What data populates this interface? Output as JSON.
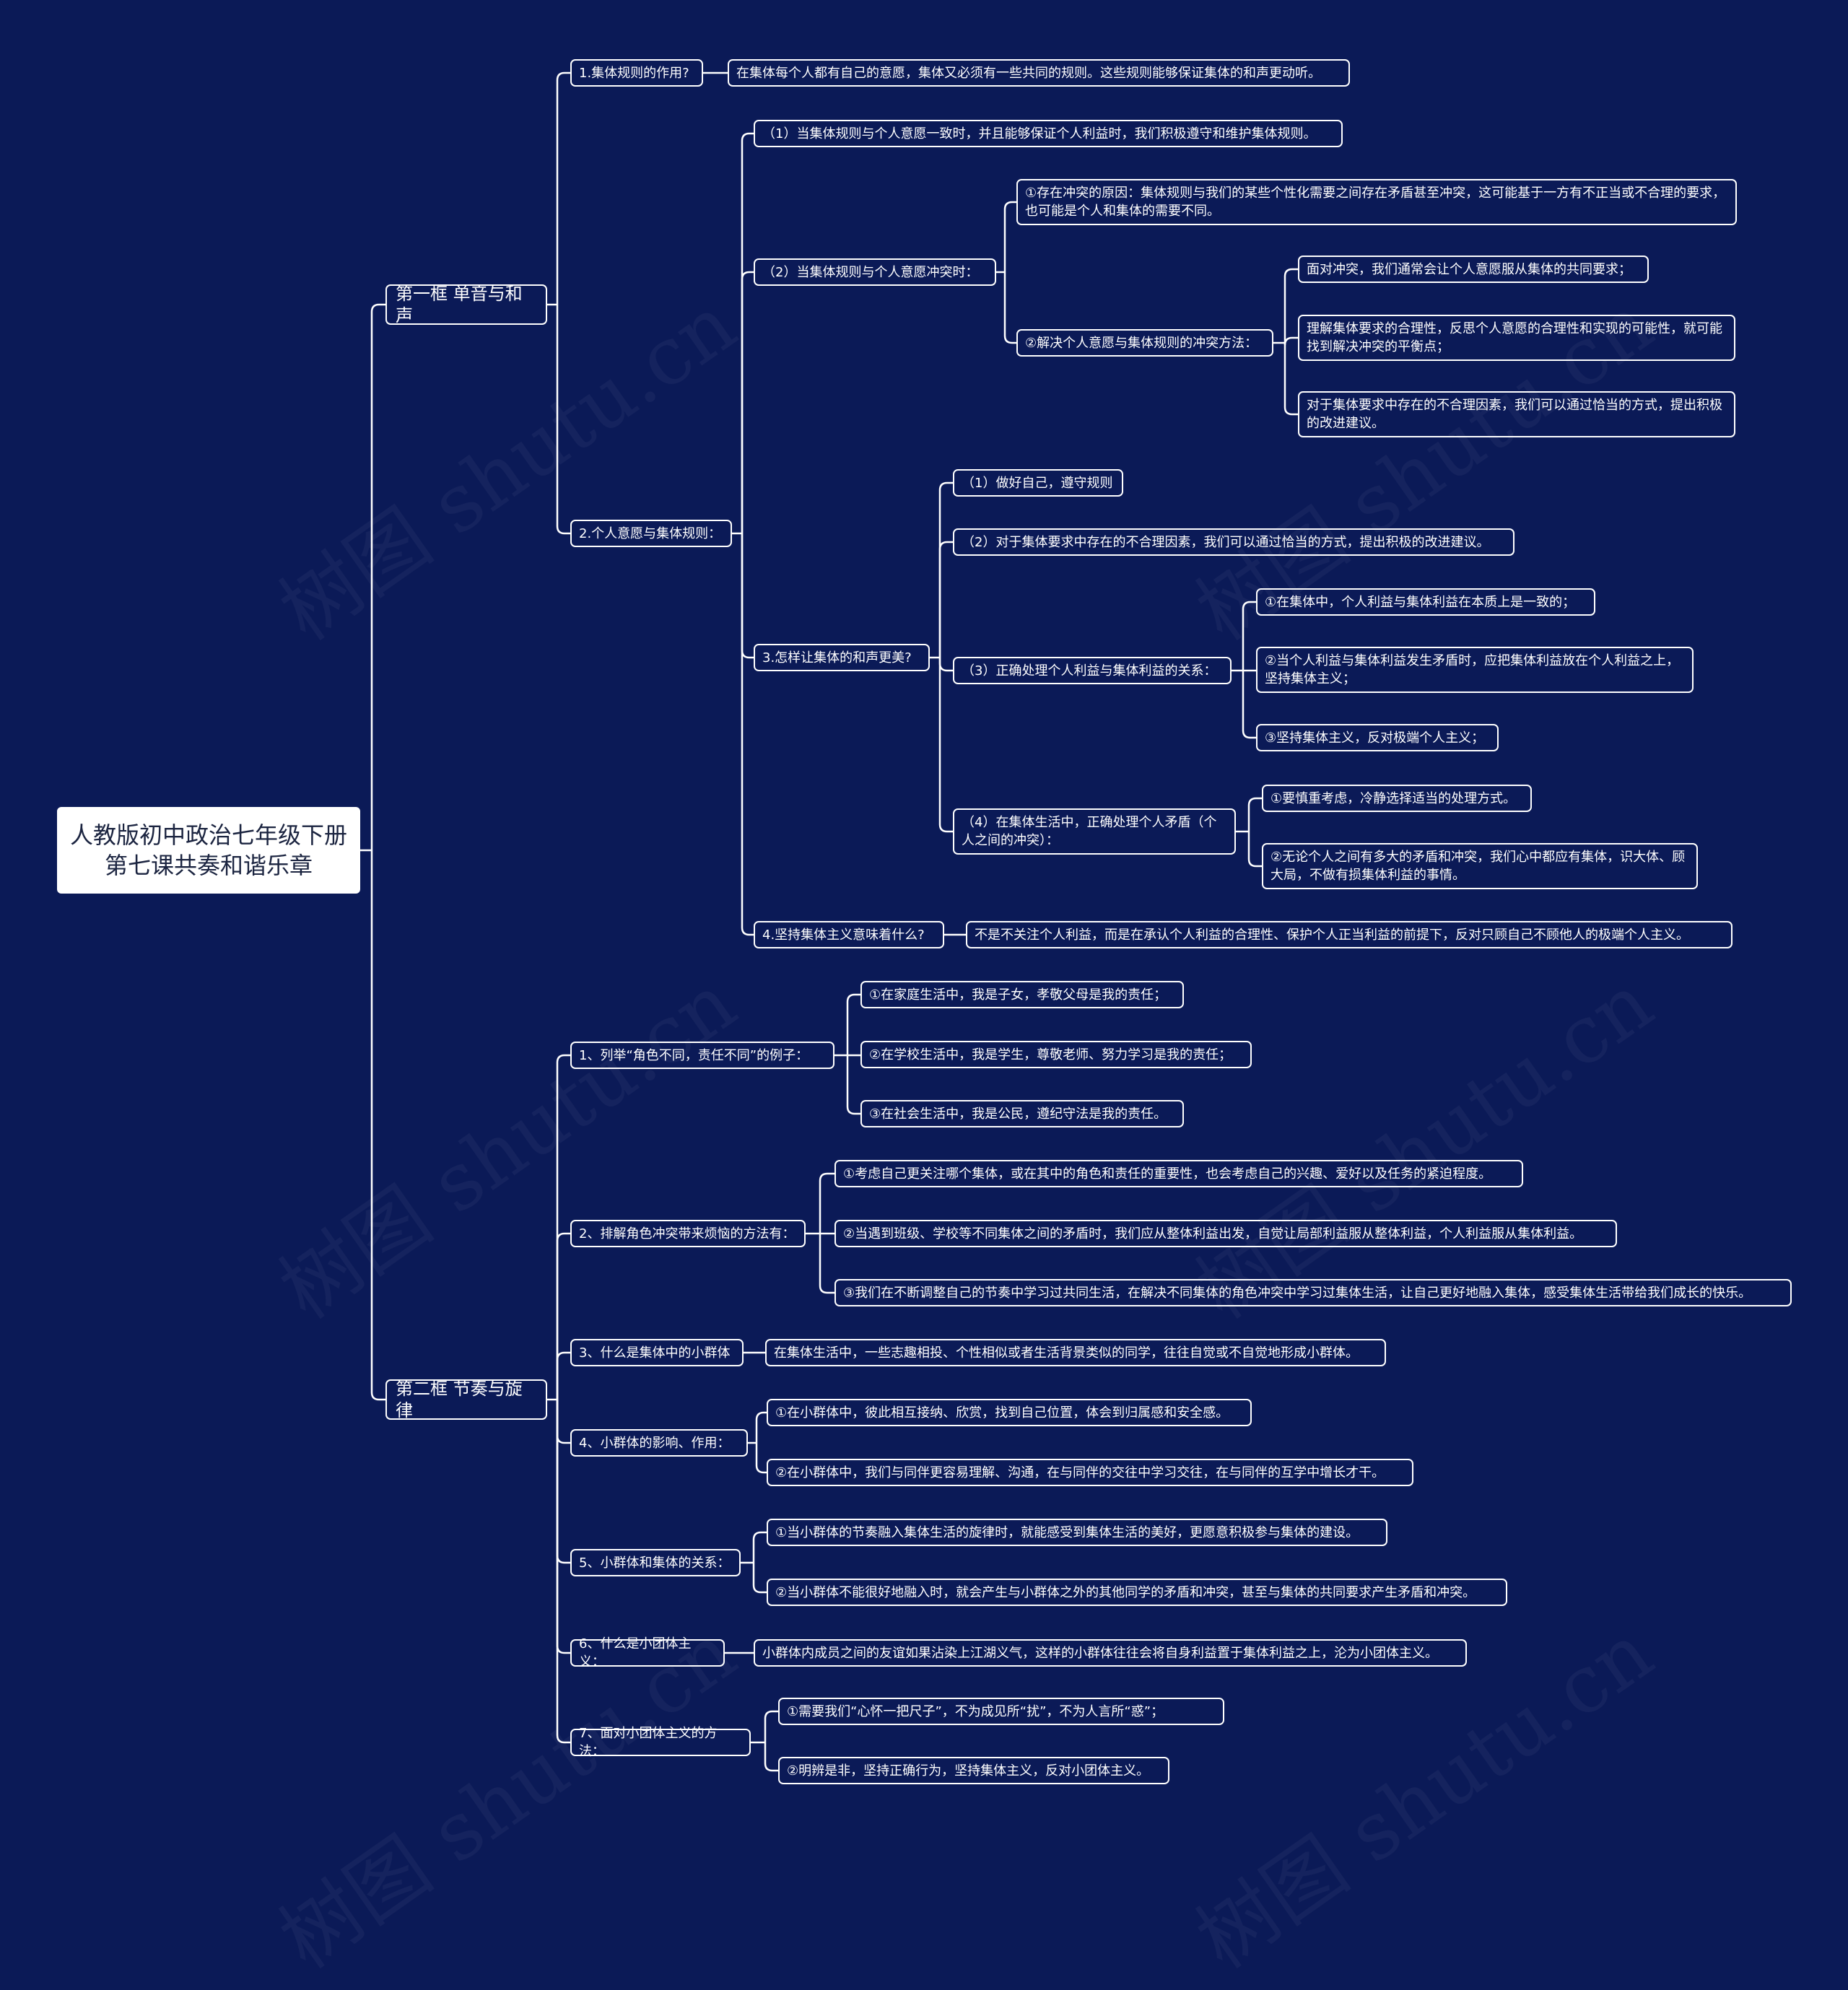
{
  "root": "人教版初中政治七年级下册\n第七课共奏和谐乐章",
  "frame1": {
    "label": "第一框 单音与和声",
    "q1": {
      "label": "1.集体规则的作用?",
      "answer": "在集体每个人都有自己的意愿，集体又必须有一些共同的规则。这些规则能够保证集体的和声更动听。"
    },
    "q2": {
      "label": "2.个人意愿与集体规则：",
      "c1": "（1）当集体规则与个人意愿一致时，并且能够保证个人利益时，我们积极遵守和维护集体规则。",
      "c2": {
        "label": "（2）当集体规则与个人意愿冲突时：",
        "reason": "①存在冲突的原因：集体规则与我们的某些个性化需要之间存在矛盾甚至冲突，这可能基于一方有不正当或不合理的要求，也可能是个人和集体的需要不同。",
        "method": {
          "label": "②解决个人意愿与集体规则的冲突方法：",
          "m1": "面对冲突，我们通常会让个人意愿服从集体的共同要求；",
          "m2": "理解集体要求的合理性，反思个人意愿的合理性和实现的可能性，就可能找到解决冲突的平衡点；",
          "m3": "对于集体要求中存在的不合理因素，我们可以通过恰当的方式，提出积极的改进建议。"
        }
      },
      "c3": {
        "label": "3.怎样让集体的和声更美?",
        "s1": "（1）做好自己，遵守规则",
        "s2": "（2）对于集体要求中存在的不合理因素，我们可以通过恰当的方式，提出积极的改进建议。",
        "s3": {
          "label": "（3）正确处理个人利益与集体利益的关系：",
          "p1": "①在集体中，个人利益与集体利益在本质上是一致的；",
          "p2": "②当个人利益与集体利益发生矛盾时，应把集体利益放在个人利益之上，坚持集体主义；",
          "p3": "③坚持集体主义，反对极端个人主义；"
        },
        "s4": {
          "label": "（4）在集体生活中，正确处理个人矛盾（个人之间的冲突）：",
          "p1": "①要慎重考虑，冷静选择适当的处理方式。",
          "p2": "②无论个人之间有多大的矛盾和冲突，我们心中都应有集体，识大体、顾大局，不做有损集体利益的事情。"
        }
      },
      "c4": {
        "label": "4.坚持集体主义意味着什么?",
        "answer": "不是不关注个人利益，而是在承认个人利益的合理性、保护个人正当利益的前提下，反对只顾自己不顾他人的极端个人主义。"
      }
    }
  },
  "frame2": {
    "label": "第二框 节奏与旋律",
    "q1": {
      "label": "1、列举“角色不同，责任不同”的例子：",
      "a1": "①在家庭生活中，我是子女，孝敬父母是我的责任；",
      "a2": "②在学校生活中，我是学生，尊敬老师、努力学习是我的责任；",
      "a3": "③在社会生活中，我是公民，遵纪守法是我的责任。"
    },
    "q2": {
      "label": "2、排解角色冲突带来烦恼的方法有：",
      "a1": "①考虑自己更关注哪个集体，或在其中的角色和责任的重要性，也会考虑自己的兴趣、爱好以及任务的紧迫程度。",
      "a2": "②当遇到班级、学校等不同集体之间的矛盾时，我们应从整体利益出发，自觉让局部利益服从整体利益，个人利益服从集体利益。",
      "a3": "③我们在不断调整自己的节奏中学习过共同生活，在解决不同集体的角色冲突中学习过集体生活，让自己更好地融入集体，感受集体生活带给我们成长的快乐。"
    },
    "q3": {
      "label": "3、什么是集体中的小群体",
      "answer": "在集体生活中，一些志趣相投、个性相似或者生活背景类似的同学，往往自觉或不自觉地形成小群体。"
    },
    "q4": {
      "label": "4、小群体的影响、作用：",
      "a1": "①在小群体中，彼此相互接纳、欣赏，找到自己位置，体会到归属感和安全感。",
      "a2": "②在小群体中，我们与同伴更容易理解、沟通，在与同伴的交往中学习交往，在与同伴的互学中增长才干。"
    },
    "q5": {
      "label": "5、小群体和集体的关系：",
      "a1": "①当小群体的节奏融入集体生活的旋律时，就能感受到集体生活的美好，更愿意积极参与集体的建设。",
      "a2": "②当小群体不能很好地融入时，就会产生与小群体之外的其他同学的矛盾和冲突，甚至与集体的共同要求产生矛盾和冲突。"
    },
    "q6": {
      "label": "6、什么是小团体主义：",
      "answer": "小群体内成员之间的友谊如果沾染上江湖义气，这样的小群体往往会将自身利益置于集体利益之上，沦为小团体主义。"
    },
    "q7": {
      "label": "7、面对小团体主义的方法：",
      "a1": "①需要我们“心怀一把尺子”，不为成见所“扰”，不为人言所“惑”；",
      "a2": "②明辨是非，坚持正确行为，坚持集体主义，反对小团体主义。"
    }
  },
  "watermark": "树图 shutu.cn",
  "colors": {
    "background": "#0b1a57",
    "line": "#ffffff",
    "root_fill": "#ffffff"
  }
}
